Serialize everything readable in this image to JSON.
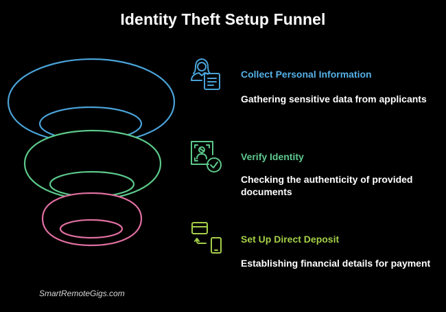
{
  "title": "Identity Theft Setup Funnel",
  "colors": {
    "stage1": "#4aa3d8",
    "stage2": "#5cc98a",
    "stage3": "#e06fa0",
    "text1": "#55b0e6",
    "text2": "#5fc98f",
    "text3": "#a5cf4a"
  },
  "steps": [
    {
      "icon": "person-document-icon",
      "heading": "Collect Personal Information",
      "description": "Gathering sensitive data from applicants"
    },
    {
      "icon": "id-verification-icon",
      "heading": "Verify Identity",
      "description": "Checking the authenticity of provided documents"
    },
    {
      "icon": "card-to-phone-icon",
      "heading": "Set Up Direct Deposit",
      "description": "Establishing financial details for payment"
    }
  ],
  "watermark": "SmartRemoteGigs.com"
}
